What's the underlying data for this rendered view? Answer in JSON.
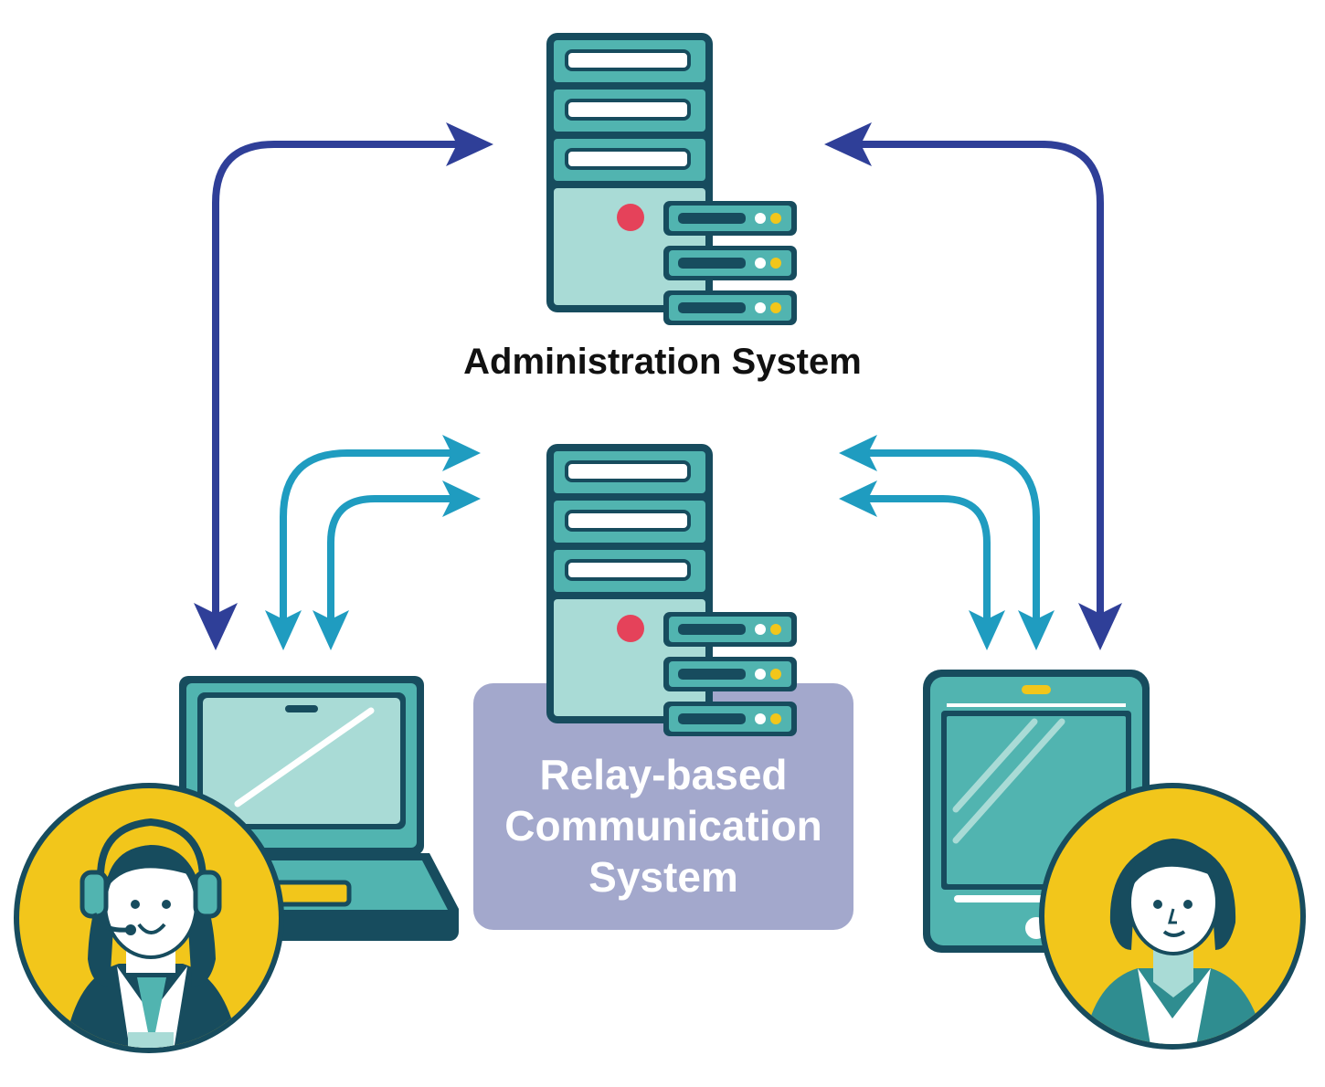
{
  "labels": {
    "admin": "Administration System",
    "relay_line1": "Relay-based",
    "relay_line2": "Communication",
    "relay_line3": "System"
  },
  "colors": {
    "navy_arrow": "#2f3f98",
    "cyan_arrow": "#1f9cc0",
    "dark_teal": "#174c5e",
    "teal": "#51b4b0",
    "pale_teal": "#a9dbd6",
    "yellow": "#f2c61b",
    "red_led": "#e5425a",
    "relay_box": "#a3a8cc",
    "skin": "#ffffff"
  },
  "nodes": [
    {
      "name": "administration-server",
      "icon": "server-icon"
    },
    {
      "name": "relay-server",
      "icon": "server-icon"
    },
    {
      "name": "laptop",
      "icon": "laptop-icon"
    },
    {
      "name": "tablet",
      "icon": "tablet-icon"
    },
    {
      "name": "operator-with-headset",
      "icon": "headset-person-icon"
    },
    {
      "name": "user-person",
      "icon": "person-icon"
    }
  ]
}
